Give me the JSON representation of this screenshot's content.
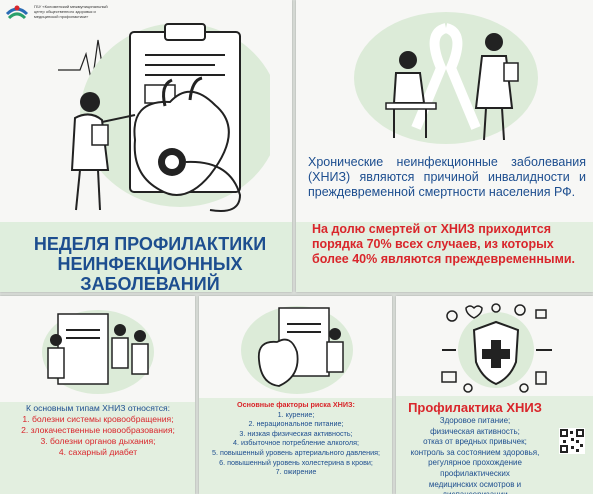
{
  "card1": {
    "org_text": "ГБУ «Коломенский межмуниципальный центр общественного здоровья и медицинской профилактики»",
    "title_line1": "НЕДЕЛЯ ПРОФИЛАКТИКИ",
    "title_line2": "НЕИНФЕКЦИОННЫХ ЗАБОЛЕВАНИЙ"
  },
  "card2": {
    "blue_text": "Хронические неинфекционные заболевания (ХНИЗ) являются причиной инвалидности и преждевременной смертности населения РФ.",
    "red_text": "На долю смертей от ХНИЗ приходится порядка 70% всех случаев, из которых более 40% являются преждевременными."
  },
  "card3": {
    "heading": "К основным типам ХНИЗ относятся:",
    "items": [
      "1. болезни системы кровообращения;",
      "2. злокачественные новообразования;",
      "3. болезни органов дыхания;",
      "4. сахарный диабет"
    ]
  },
  "card4": {
    "heading": "Основные факторы риска ХНИЗ:",
    "items": [
      "1. курение;",
      "2. нерациональное питание;",
      "3. низкая физическая активность;",
      "4. избыточное потребление алкоголя;",
      "5. повышенный уровень артериального давления;",
      "6. повышенный уровень холестерина в крови;",
      "7. ожирение"
    ]
  },
  "card5": {
    "heading": "Профилактика ХНИЗ",
    "items": [
      "Здоровое питание;",
      "физическая активность;",
      "отказ от вредных привычек;",
      "контроль за состоянием здоровья,",
      "регулярное прохождение профилактических",
      "медицинских осмотров и диспансеризации"
    ]
  },
  "colors": {
    "blue": "#1d4e8f",
    "red": "#d9262b",
    "green_band": "#e3efe0"
  }
}
